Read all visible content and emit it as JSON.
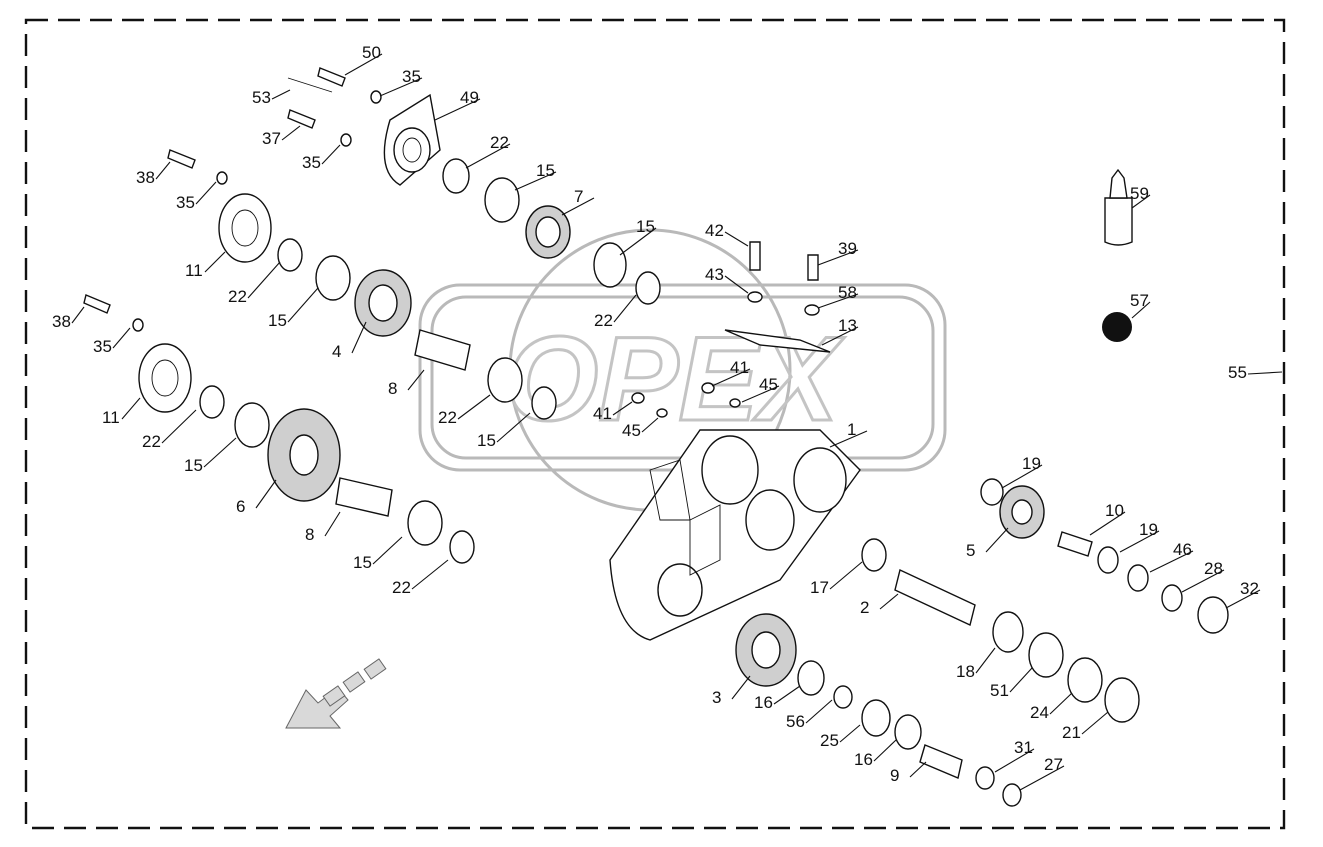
{
  "diagram": {
    "watermark_text": "OPEX",
    "frame_label": "55",
    "callouts": [
      "50",
      "35",
      "53",
      "49",
      "37",
      "35",
      "22",
      "15",
      "38",
      "35",
      "7",
      "15",
      "42",
      "39",
      "59",
      "11",
      "22",
      "43",
      "58",
      "15",
      "22",
      "57",
      "13",
      "38",
      "35",
      "4",
      "8",
      "41",
      "45",
      "55",
      "11",
      "41",
      "45",
      "22",
      "15",
      "1",
      "22",
      "15",
      "6",
      "19",
      "10",
      "19",
      "8",
      "5",
      "46",
      "28",
      "32",
      "15",
      "17",
      "22",
      "2",
      "18",
      "51",
      "3",
      "16",
      "56",
      "24",
      "21",
      "25",
      "16",
      "31",
      "9",
      "27"
    ]
  }
}
